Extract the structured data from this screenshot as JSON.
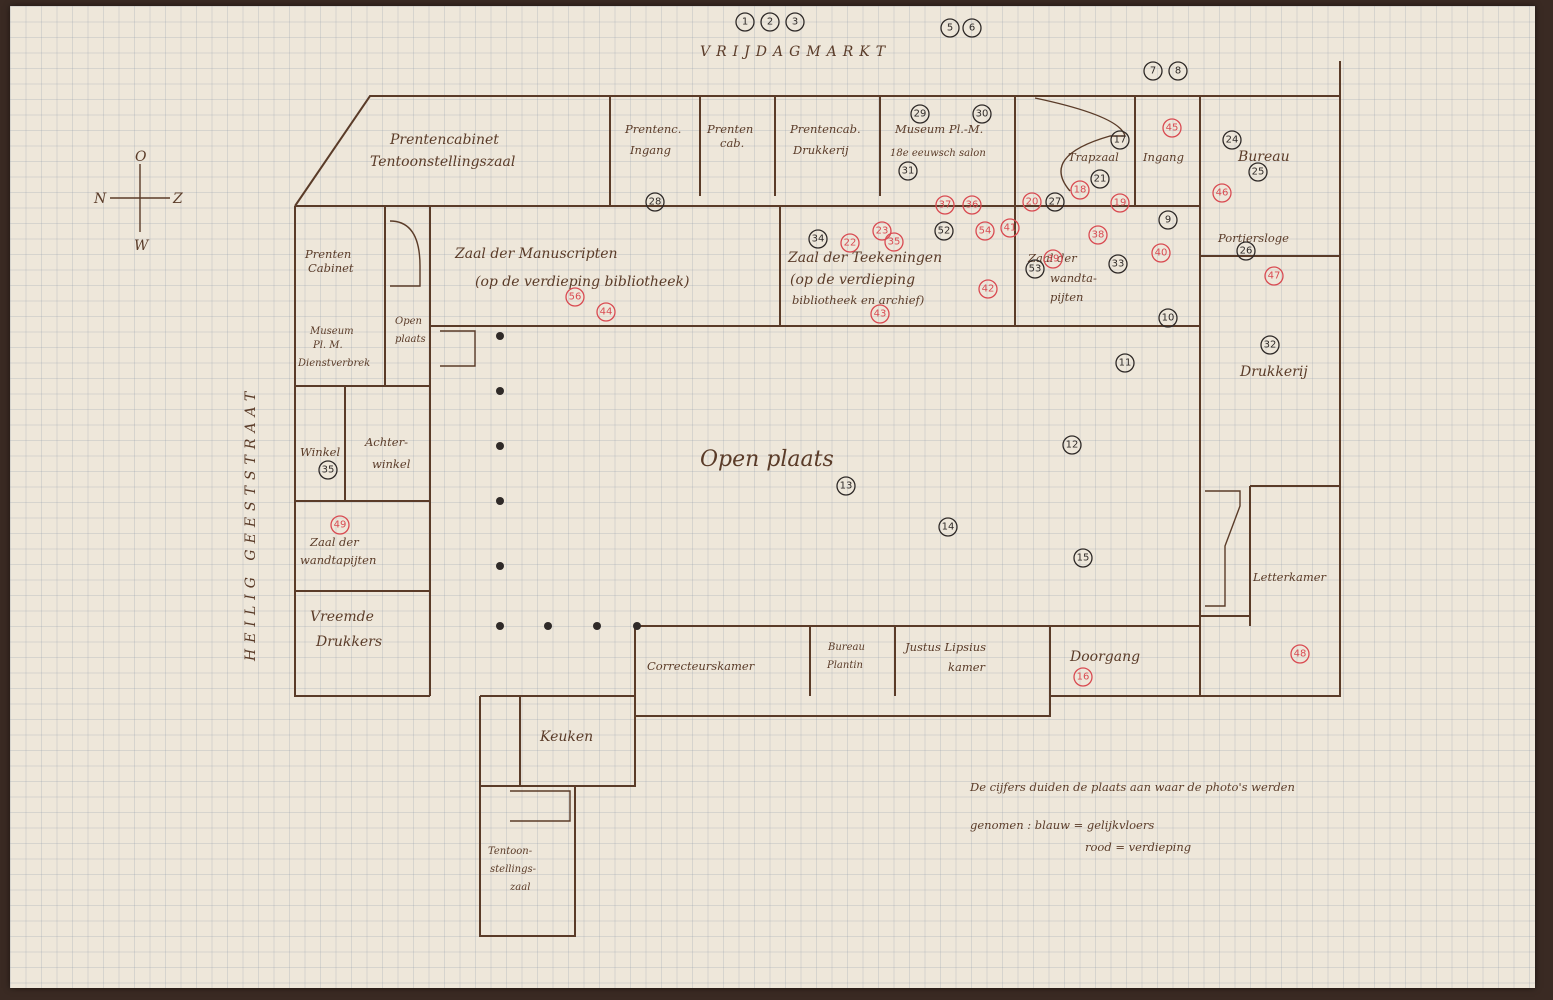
{
  "street_top": "VRIJDAGMARKT",
  "street_left": "HEILIG GEESTSTRAAT",
  "compass": {
    "north": "N",
    "south": "Z",
    "east": "O",
    "west": "W"
  },
  "rooms": {
    "prentencabinet_tentoonstellingszaal": [
      "Prentencabinet",
      "Tentoonstellingszaal"
    ],
    "prentenc_ingang": [
      "Prentenc.",
      "Ingang"
    ],
    "prenten_cab": [
      "Prenten",
      "cab."
    ],
    "prentencab_drukkerij": [
      "Prentencab.",
      "Drukkerij"
    ],
    "museum_salon": [
      "Museum Pl.-M.",
      "18e eeuwsch salon"
    ],
    "trapzaal": "Trapzaal",
    "ingang": "Ingang",
    "bureau": "Bureau",
    "prenten_cabinet": [
      "Prenten",
      "Cabinet"
    ],
    "zaal_manuscripten": [
      "Zaal der Manuscripten",
      "(op de verdieping bibliotheek)"
    ],
    "zaal_teekeningen": [
      "Zaal der Teekeningen",
      "(op de verdieping",
      "bibliotheek en archief)"
    ],
    "zaal_wandtapijten_top": [
      "Zaal der",
      "wandta-",
      "pijten"
    ],
    "portiersloge": "Portiersloge",
    "museum_dienstverbrek": [
      "Museum",
      "Pl. M.",
      "Dienstverbrek"
    ],
    "open_plaats_small": [
      "Open",
      "plaats"
    ],
    "drukkerij": "Drukkerij",
    "open_plaats": "Open plaats",
    "winkel": "Winkel",
    "achterwinkel": [
      "Achter-",
      "winkel"
    ],
    "zaal_wandtapijten": [
      "Zaal der",
      "wandtapijten"
    ],
    "letterkamer": "Letterkamer",
    "vreemde_drukkers": [
      "Vreemde",
      "Drukkers"
    ],
    "correcteurskamer": "Correcteurskamer",
    "bureau_plantin": [
      "Bureau",
      "Plantin"
    ],
    "justus_lipsius": [
      "Justus Lipsius",
      "kamer"
    ],
    "doorgang": "Doorgang",
    "keuken": "Keuken",
    "tentoonstellingszaal": [
      "Tentoon-",
      "stellings-",
      "zaal"
    ]
  },
  "legend": [
    "De cijfers duiden de plaats aan waar de photo's werden",
    "genomen :   blauw = gelijkvloers",
    "rood  =  verdieping"
  ],
  "colors": {
    "blue_marker": "#2f2a28",
    "red_marker": "#d94b52",
    "ink": "#5a3b28",
    "paper": "#eee7da"
  },
  "markers_blue": [
    "1",
    "2",
    "3",
    "5",
    "6",
    "7",
    "8",
    "28",
    "29",
    "30",
    "31",
    "9",
    "10",
    "11",
    "12",
    "13",
    "14",
    "15",
    "17",
    "21",
    "24",
    "25",
    "26",
    "27",
    "32",
    "33",
    "34",
    "35",
    "52",
    "53"
  ],
  "markers_red": [
    "45",
    "46",
    "47",
    "20",
    "18",
    "19",
    "16",
    "37",
    "36",
    "22",
    "23",
    "35",
    "54",
    "41",
    "39",
    "38",
    "40",
    "42",
    "43",
    "44",
    "56",
    "49",
    "48"
  ]
}
